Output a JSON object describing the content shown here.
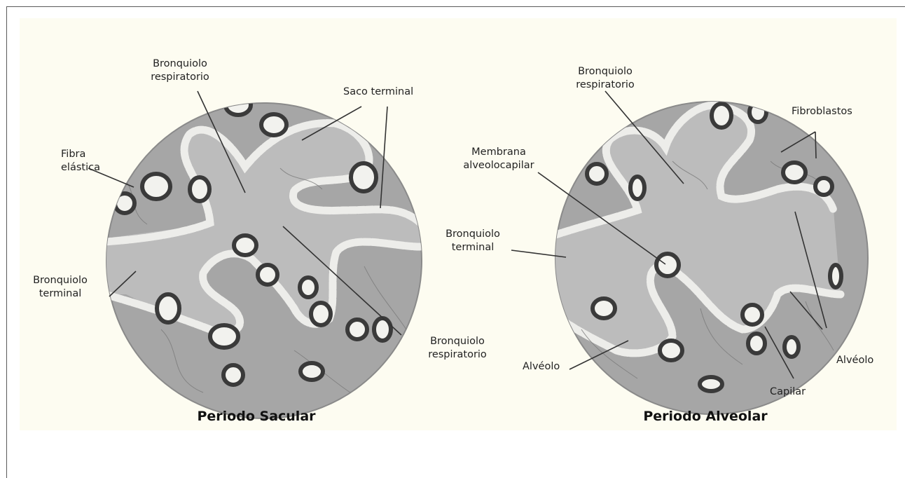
{
  "diagrams": [
    {
      "title": "Periodo Sacular",
      "labels": {
        "bronquiolo_resp_top": "Bronquiolo\nrespiratorio",
        "saco_terminal": "Saco terminal",
        "fibra_elastica": "Fibra\nelástica",
        "bronquiolo_terminal": "Bronquiolo\nterminal",
        "bronquiolo_resp_bottom": "Bronquiolo\nrespiratorio"
      }
    },
    {
      "title": "Periodo Alveolar",
      "labels": {
        "bronquiolo_resp": "Bronquiolo\nrespiratorio",
        "fibroblastos": "Fibroblastos",
        "membrana": "Membrana\nalveolocapilar",
        "bronquiolo_terminal": "Bronquiolo\nterminal",
        "alveolo_left": "Alvéolo",
        "alveolo_right": "Alvéolo",
        "capilar": "Capilar"
      }
    }
  ],
  "colors": {
    "background": "#fdfcf1",
    "disc": "#a6a6a6",
    "lumen": "#bdbdbd",
    "cell_ring": "#3a3a3a",
    "cell_fill": "#f2f2ee",
    "epithelium": "#e8e8e4"
  }
}
